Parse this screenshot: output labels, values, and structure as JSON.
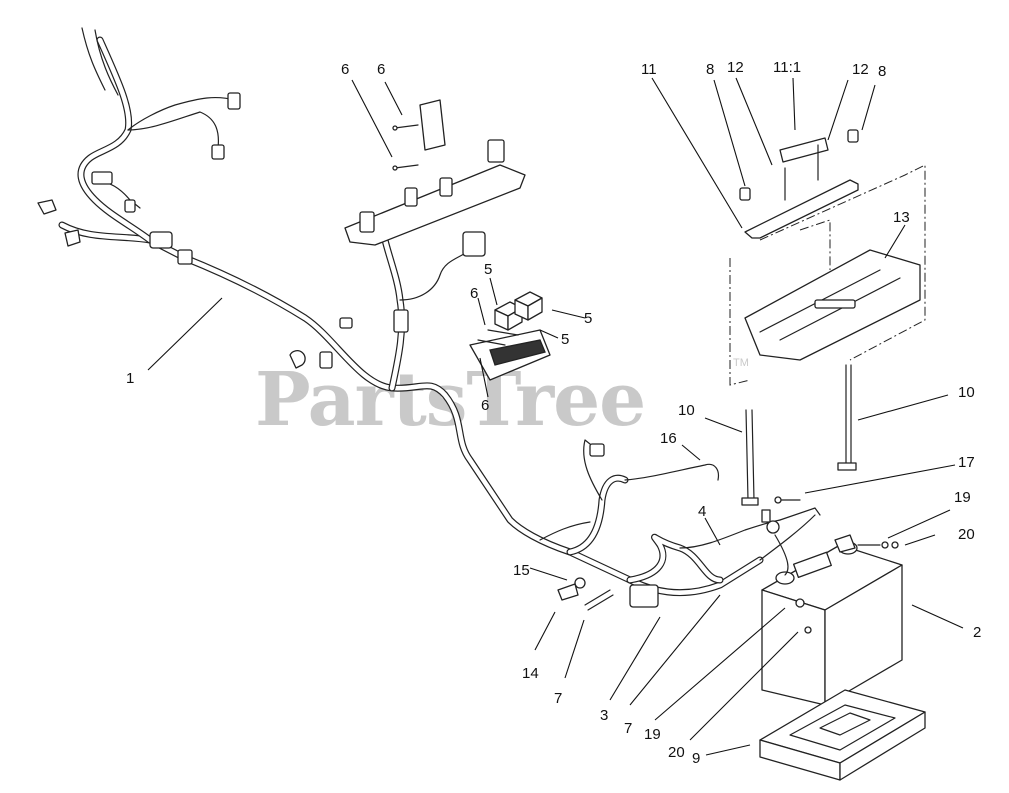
{
  "watermark": {
    "text": "PartsTree",
    "trademark": "TM"
  },
  "callouts": [
    {
      "label": "1"
    },
    {
      "label": "6"
    },
    {
      "label": "6"
    },
    {
      "label": "5"
    },
    {
      "label": "6"
    },
    {
      "label": "5"
    },
    {
      "label": "5"
    },
    {
      "label": "6"
    },
    {
      "label": "11"
    },
    {
      "label": "8"
    },
    {
      "label": "12"
    },
    {
      "label": "11:1"
    },
    {
      "label": "12"
    },
    {
      "label": "8"
    },
    {
      "label": "13"
    },
    {
      "label": "10"
    },
    {
      "label": "10"
    },
    {
      "label": "16"
    },
    {
      "label": "17"
    },
    {
      "label": "19"
    },
    {
      "label": "20"
    },
    {
      "label": "4"
    },
    {
      "label": "2"
    },
    {
      "label": "15"
    },
    {
      "label": "14"
    },
    {
      "label": "7"
    },
    {
      "label": "3"
    },
    {
      "label": "7"
    },
    {
      "label": "19"
    },
    {
      "label": "20"
    },
    {
      "label": "9"
    }
  ]
}
